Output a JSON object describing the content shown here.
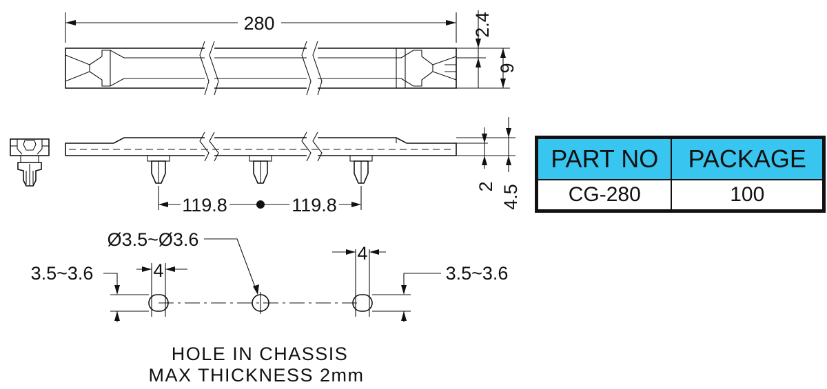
{
  "dimensions": {
    "overall_length": "280",
    "top_offset": "2.4",
    "width": "9",
    "thickness_small": "2",
    "thickness_large": "4.5",
    "pitch_left": "119.8",
    "pitch_right": "119.8",
    "hole_diameter": "Ø3.5~Ø3.6",
    "slot_left_height": "3.5~3.6",
    "slot_left_width": "4",
    "slot_right_width": "4",
    "slot_right_height": "3.5~3.6"
  },
  "notes": {
    "line1": "HOLE IN CHASSIS",
    "line2": "MAX THICKNESS 2mm"
  },
  "table": {
    "headers": [
      "PART NO",
      "PACKAGE"
    ],
    "rows": [
      [
        "CG-280",
        "100"
      ]
    ],
    "header_color": "#38c5ef"
  }
}
